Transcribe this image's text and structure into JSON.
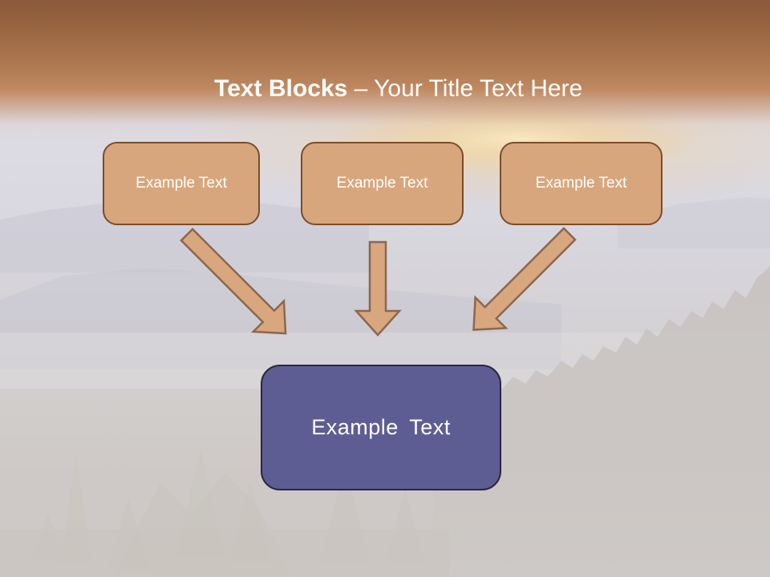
{
  "slide": {
    "title": {
      "bold": "Text Blocks",
      "separator": " – ",
      "regular": "Your Title Text Here"
    },
    "blocks": [
      {
        "label": "Example Text"
      },
      {
        "label": "Example Text"
      },
      {
        "label": "Example Text"
      }
    ],
    "result_block": {
      "label": "Example Text"
    },
    "icons": {
      "arrow_1": "arrow-down-right-icon",
      "arrow_2": "arrow-down-icon",
      "arrow_3": "arrow-down-left-icon"
    },
    "colors": {
      "header_top": "#8B5A3C",
      "header_mid": "#B5805A",
      "title_text": "#FFFFFF",
      "block_fill": "#D8A67D",
      "block_border": "#7B4D2A",
      "block_text": "#FFFFFF",
      "arrow_fill": "#D9A77E",
      "arrow_border": "#8A6850",
      "result_fill": "#5E5D93",
      "result_border": "#28283F",
      "result_text": "#FFFFFF"
    }
  }
}
